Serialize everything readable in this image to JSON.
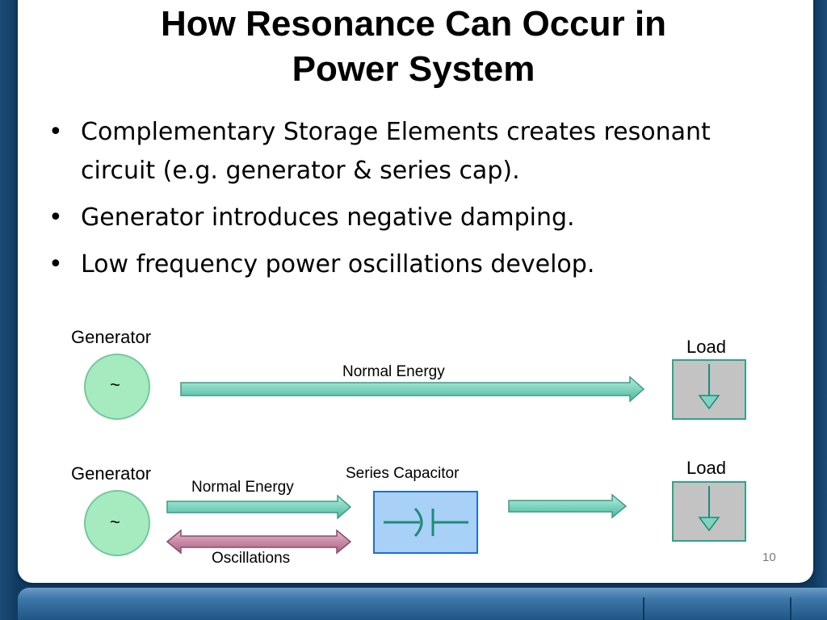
{
  "title": {
    "line1": "How Resonance Can Occur in",
    "line2": "Power System"
  },
  "bullets": [
    "Complementary Storage Elements creates resonant circuit (e.g. generator & series cap).",
    "Generator introduces negative damping.",
    "Low frequency power oscillations develop."
  ],
  "bullet_symbol": "•",
  "diagram": {
    "top": {
      "generator_label": "Generator",
      "generator_symbol": "~",
      "arrow_label": "Normal Energy",
      "load_label": "Load"
    },
    "bottom": {
      "generator_label": "Generator",
      "generator_symbol": "~",
      "forward_arrow_label": "Normal Energy",
      "oscillation_label": "Oscillations",
      "capacitor_label": "Series Capacitor",
      "load_label": "Load"
    }
  },
  "page_number": "10",
  "colors": {
    "frame": "#0f3b63",
    "generator_fill": "#a6ebc0",
    "arrow_fill": "#7fd4bf",
    "oscillation_fill": "#c98aa6",
    "capacitor_fill": "#a9d0f7",
    "capacitor_symbol": "#1f8a78",
    "load_fill": "#c3c3c3",
    "load_arrow": "#2da58a"
  }
}
